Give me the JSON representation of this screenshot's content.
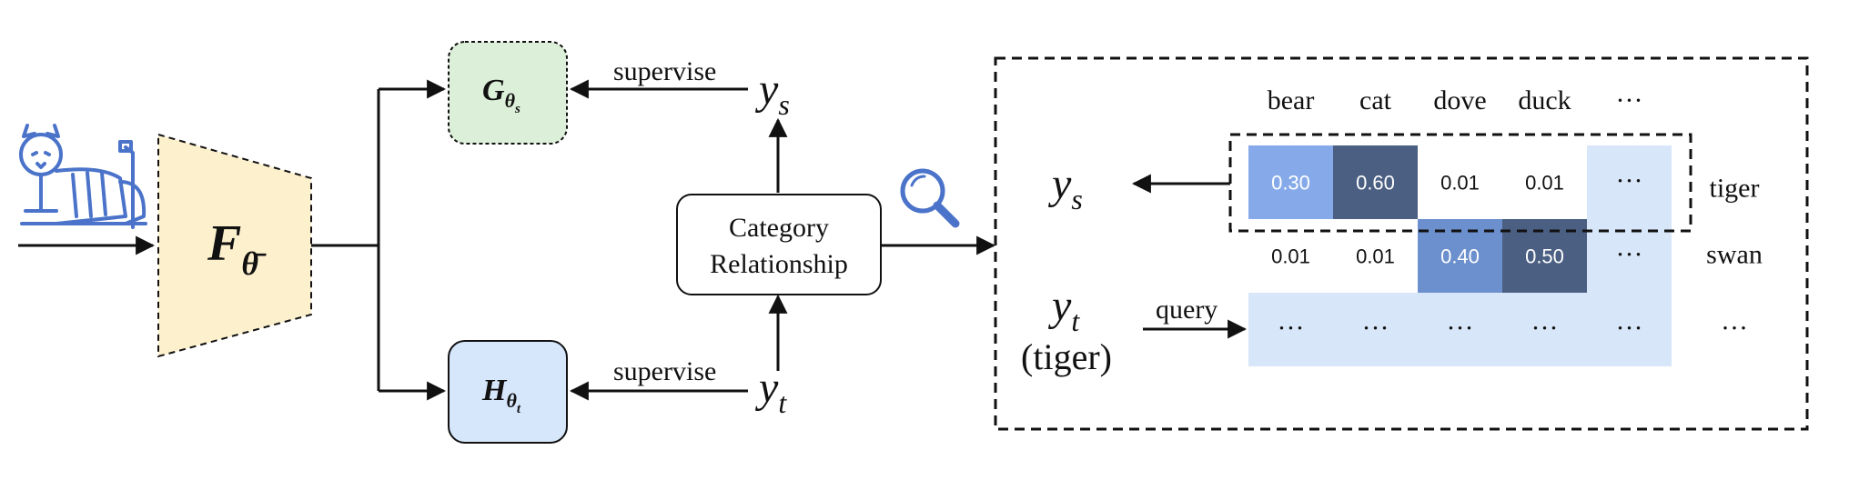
{
  "encoder": {
    "base": "F",
    "sub": "θ̄"
  },
  "head_s": {
    "base": "G",
    "sub": "θ",
    "subsub": "s",
    "fill": "#dcefd8"
  },
  "head_t": {
    "base": "H",
    "sub": "θ",
    "subsub": "t",
    "fill": "#d6e6fb"
  },
  "supervise_top": "supervise",
  "supervise_bottom": "supervise",
  "label_ys": {
    "base": "y",
    "sub": "s"
  },
  "label_yt": {
    "base": "y",
    "sub": "t"
  },
  "relationship_box": {
    "line1": "Category",
    "line2": "Relationship"
  },
  "matrix": {
    "columns": [
      "bear",
      "cat",
      "dove",
      "duck",
      "···"
    ],
    "rows": [
      {
        "label": "tiger",
        "cells": [
          "0.30",
          "0.60",
          "0.01",
          "0.01",
          "···"
        ],
        "colors": [
          "#86aae9",
          "#4a5f82",
          "#ffffff",
          "#ffffff",
          "#d8e6fa"
        ]
      },
      {
        "label": "swan",
        "cells": [
          "0.01",
          "0.01",
          "0.40",
          "0.50",
          "···"
        ],
        "colors": [
          "#ffffff",
          "#ffffff",
          "#6c8fcd",
          "#4a5f82",
          "#d8e6fa"
        ]
      },
      {
        "label": "···",
        "cells": [
          "···",
          "···",
          "···",
          "···",
          "···"
        ],
        "colors": [
          "#d8e6fa",
          "#d8e6fa",
          "#d8e6fa",
          "#d8e6fa",
          "#d8e6fa"
        ]
      }
    ],
    "left_ys": {
      "base": "y",
      "sub": "s"
    },
    "left_yt": {
      "base": "y",
      "sub": "t",
      "note": "(tiger)"
    },
    "query_label": "query"
  },
  "icons": [
    "tiger-icon",
    "magnifier-icon"
  ],
  "colors": {
    "encoder_fill": "#fdf0cd",
    "stroke": "#111111",
    "icon_blue": "#4a73c9"
  }
}
